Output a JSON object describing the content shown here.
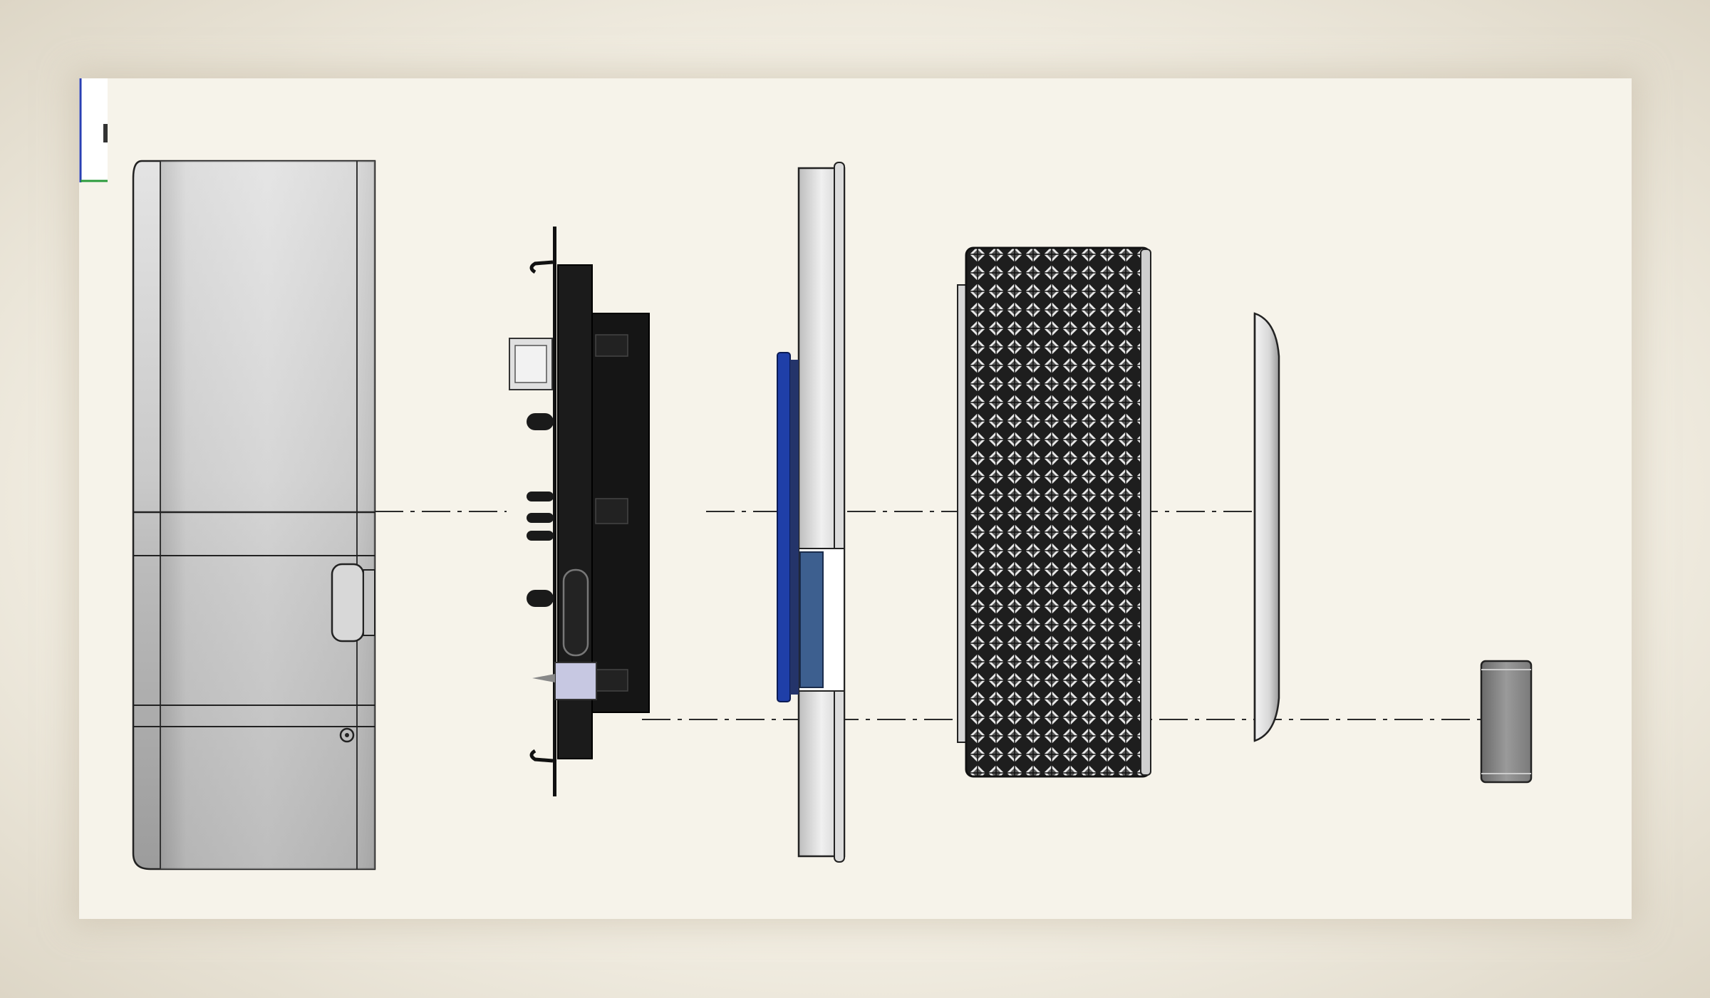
{
  "viewport": {
    "background": "#f6f3ea",
    "line_color": "#2a2a2a",
    "metal_color": "#c8c8c8",
    "pcb_color": "#1b1b1b",
    "display_blue": "#1f3fa8"
  },
  "parts": [
    {
      "name": "housing",
      "icon": "housing-shell"
    },
    {
      "name": "pcb-assembly",
      "icon": "circuit-board"
    },
    {
      "name": "display-plate",
      "icon": "display-panel"
    },
    {
      "name": "knurled-ring",
      "icon": "knurled-dial"
    },
    {
      "name": "lens-cap",
      "icon": "dome-lens"
    },
    {
      "name": "end-cap",
      "icon": "small-block"
    }
  ],
  "widgets": {
    "nav_arrow": "left-arrow-icon",
    "orientation": "view-cube-icon"
  }
}
